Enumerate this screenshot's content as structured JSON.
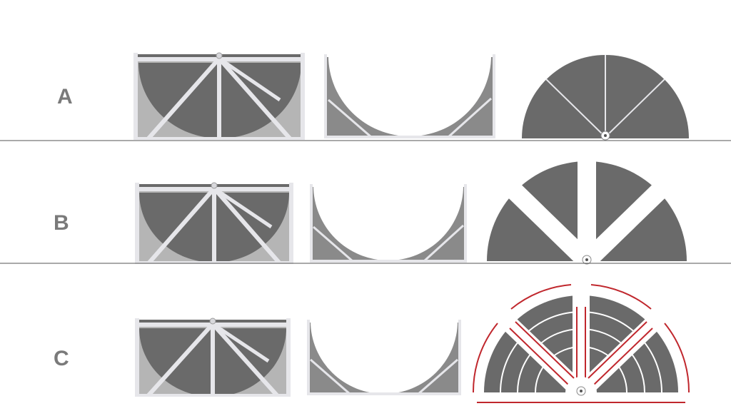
{
  "rows": [
    {
      "label": "A"
    },
    {
      "label": "B"
    },
    {
      "label": "C"
    }
  ],
  "colors": {
    "dark_fill": "#6a6a6a",
    "light_fill": "#b5b5b5",
    "frame": "#e6e6ea",
    "divider": "#555555",
    "accent_red": "#c0272d",
    "background": "#ffffff"
  },
  "icons": [
    "hub-icon"
  ]
}
